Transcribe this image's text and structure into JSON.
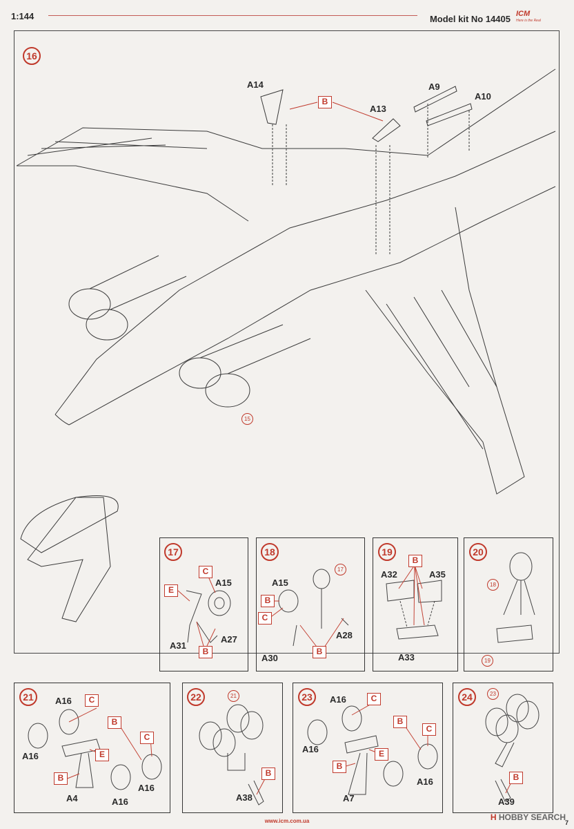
{
  "header": {
    "scale": "1:144",
    "kit": "Model kit No 14405",
    "logo": "ICM",
    "logo_sub": "Here is the Real"
  },
  "footer": {
    "url": "www.icm.com.ua",
    "page": "7"
  },
  "watermark": {
    "prefix": "H",
    "text": "HOBBY SEARCH"
  },
  "colors": {
    "accent": "#c0392b",
    "ink": "#2a2a2a",
    "paper": "#f3f1ee"
  },
  "steps": {
    "s16": {
      "num": "16",
      "ref": "15",
      "parts": {
        "a14": "A14",
        "a13": "A13",
        "a9": "A9",
        "a10": "A10"
      },
      "tags": {
        "b": "B"
      }
    },
    "s17": {
      "num": "17",
      "parts": {
        "a15": "A15",
        "a31": "A31",
        "a27": "A27"
      },
      "tags": {
        "c": "C",
        "e": "E",
        "b": "B"
      }
    },
    "s18": {
      "num": "18",
      "ref": "17",
      "parts": {
        "a15": "A15",
        "a30": "A30",
        "a28": "A28"
      },
      "tags": {
        "b1": "B",
        "c": "C",
        "b2": "B"
      }
    },
    "s19": {
      "num": "19",
      "parts": {
        "a32": "A32",
        "a35": "A35",
        "a33": "A33"
      },
      "tags": {
        "b": "B"
      }
    },
    "s20": {
      "num": "20",
      "ref1": "18",
      "ref2": "19"
    },
    "s21": {
      "num": "21",
      "parts": {
        "a16a": "A16",
        "a16b": "A16",
        "a16c": "A16",
        "a16d": "A16",
        "a4": "A4"
      },
      "tags": {
        "c1": "C",
        "b1": "B",
        "c2": "C",
        "e": "E",
        "b2": "B"
      }
    },
    "s22": {
      "num": "22",
      "ref": "21",
      "parts": {
        "a38": "A38"
      },
      "tags": {
        "b": "B"
      }
    },
    "s23": {
      "num": "23",
      "parts": {
        "a16a": "A16",
        "a16b": "A16",
        "a16c": "A16",
        "a7": "A7"
      },
      "tags": {
        "c1": "C",
        "b1": "B",
        "c2": "C",
        "e": "E",
        "b2": "B"
      }
    },
    "s24": {
      "num": "24",
      "ref": "23",
      "parts": {
        "a39": "A39"
      },
      "tags": {
        "b": "B"
      }
    }
  }
}
